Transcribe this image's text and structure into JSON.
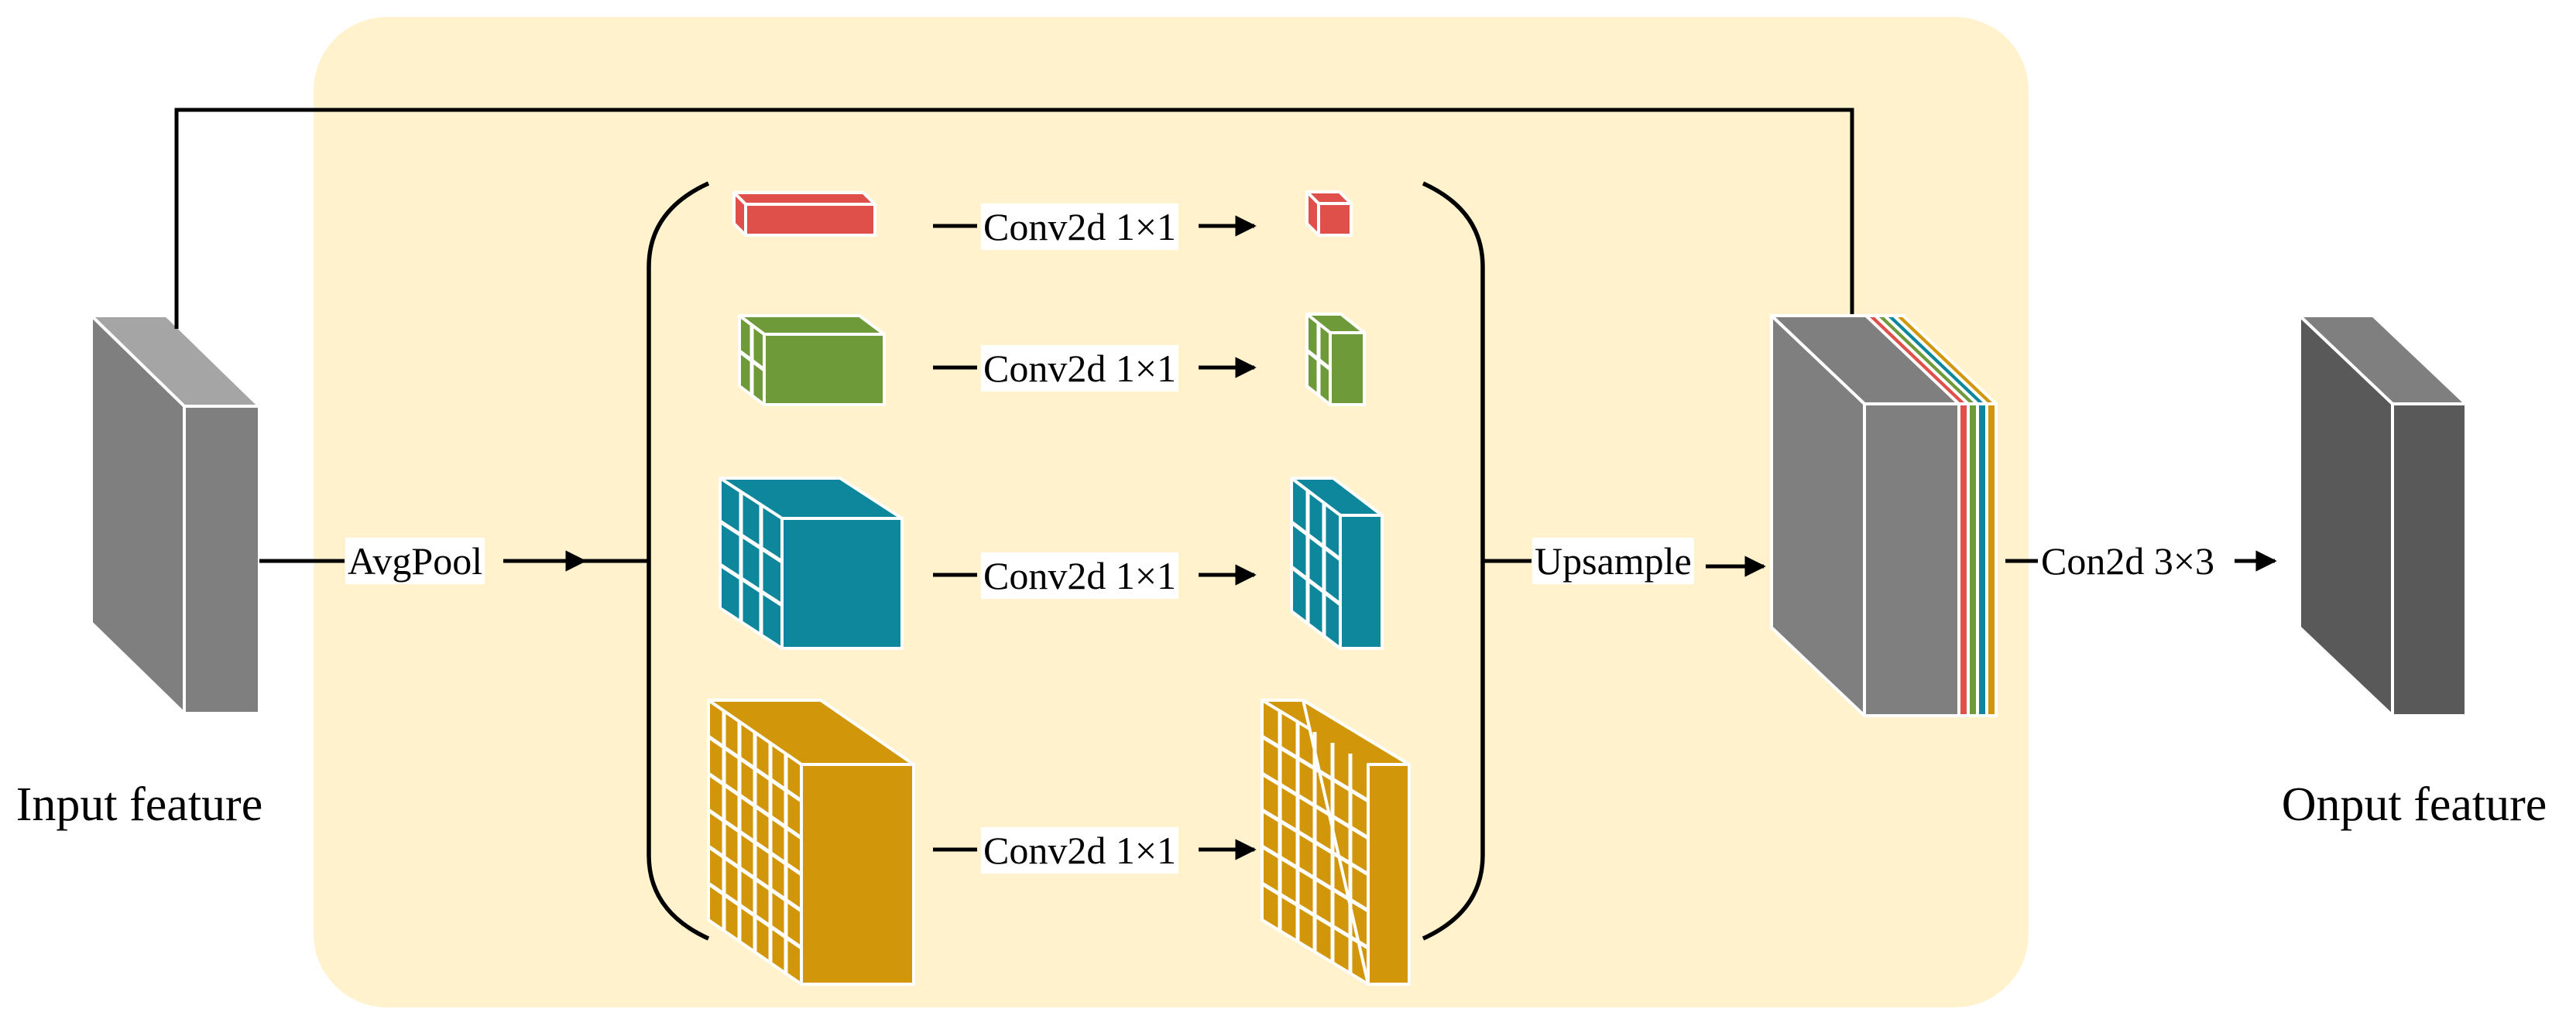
{
  "labels": {
    "input_feature": "Input feature",
    "output_feature": "Onput feature",
    "avgpool": "AvgPool",
    "conv_1": "Conv2d 1×1",
    "conv_2": "Conv2d 1×1",
    "conv_3": "Conv2d 1×1",
    "conv_4": "Conv2d 1×1",
    "upsample": "Upsample",
    "conv_out": "Con2d 3×3"
  },
  "colors": {
    "panel": "#fff2cc",
    "red": "#e0504a",
    "green": "#6f9a3a",
    "teal": "#0e879d",
    "gold": "#d1960a",
    "gray": "#7f7f7f",
    "dark_gray": "#595959"
  }
}
